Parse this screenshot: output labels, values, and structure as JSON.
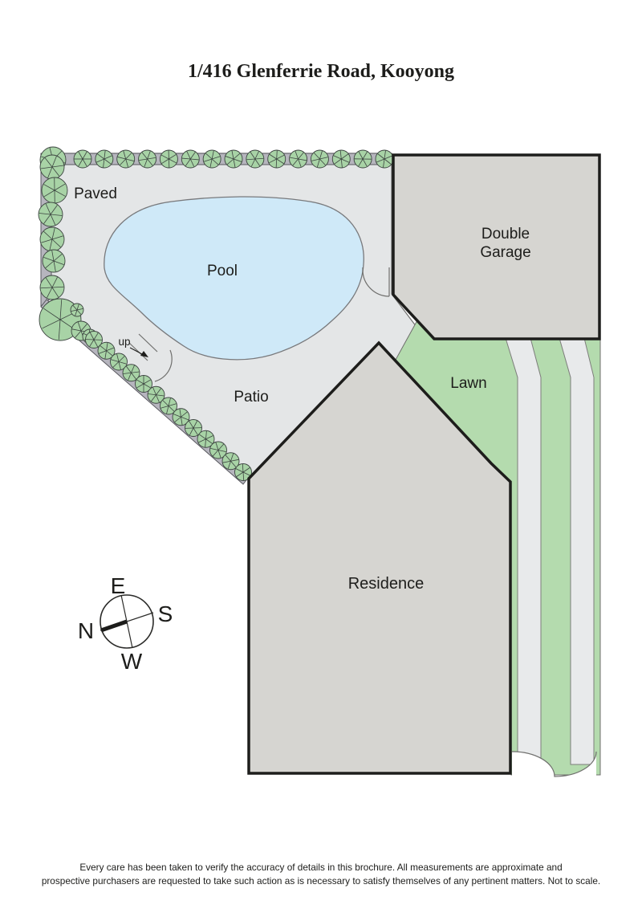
{
  "title": "1/416 Glenferrie Road, Kooyong",
  "plan": {
    "labels": {
      "paved": "Paved",
      "pool": "Pool",
      "patio": "Patio",
      "garage_line1": "Double",
      "garage_line2": "Garage",
      "lawn": "Lawn",
      "residence": "Residence",
      "up": "up"
    }
  },
  "compass": {
    "east": "E",
    "south": "S",
    "west": "W",
    "north": "N"
  },
  "disclaimer": {
    "line1": "Every care has been taken to verify the accuracy of details in this brochure. All measurements are approximate and",
    "line2": "prospective purchasers are requested to take such action as is necessary to satisfy themselves of any pertinent matters. Not to scale."
  },
  "colors": {
    "paved": "#e4e6e7",
    "building": "#d6d5d1",
    "pool": "#cfe9f8",
    "lawn": "#b4dbae",
    "stripe": "#e8eaeb",
    "hedge": "#b6b5be",
    "tree": "#a8d3a6",
    "outline_thick": "#1d1d1b",
    "line_thin": "#6f6f6d",
    "text": "#1d1d1b"
  }
}
